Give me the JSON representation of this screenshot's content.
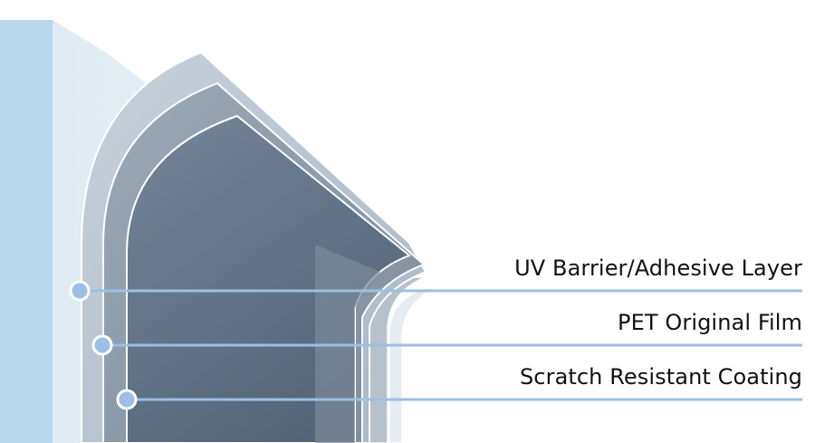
{
  "layers": [
    {
      "label": "UV Barrier/Adhesive Layer"
    },
    {
      "label": "PET Original Film"
    },
    {
      "label": "Scratch Resistant Coating"
    }
  ],
  "colors": {
    "glass_edge": "#b9d7ea",
    "glass_body": "#dbe7ef",
    "layer_outer": "#bcc8d3",
    "layer_middle": "#8b99a6",
    "layer_inner": "#5f7184",
    "outline": "#ffffff",
    "leader_line": "#9dbfe4",
    "marker_fill": "#9dbfe4",
    "marker_stroke": "#ffffff",
    "text": "#111111"
  }
}
